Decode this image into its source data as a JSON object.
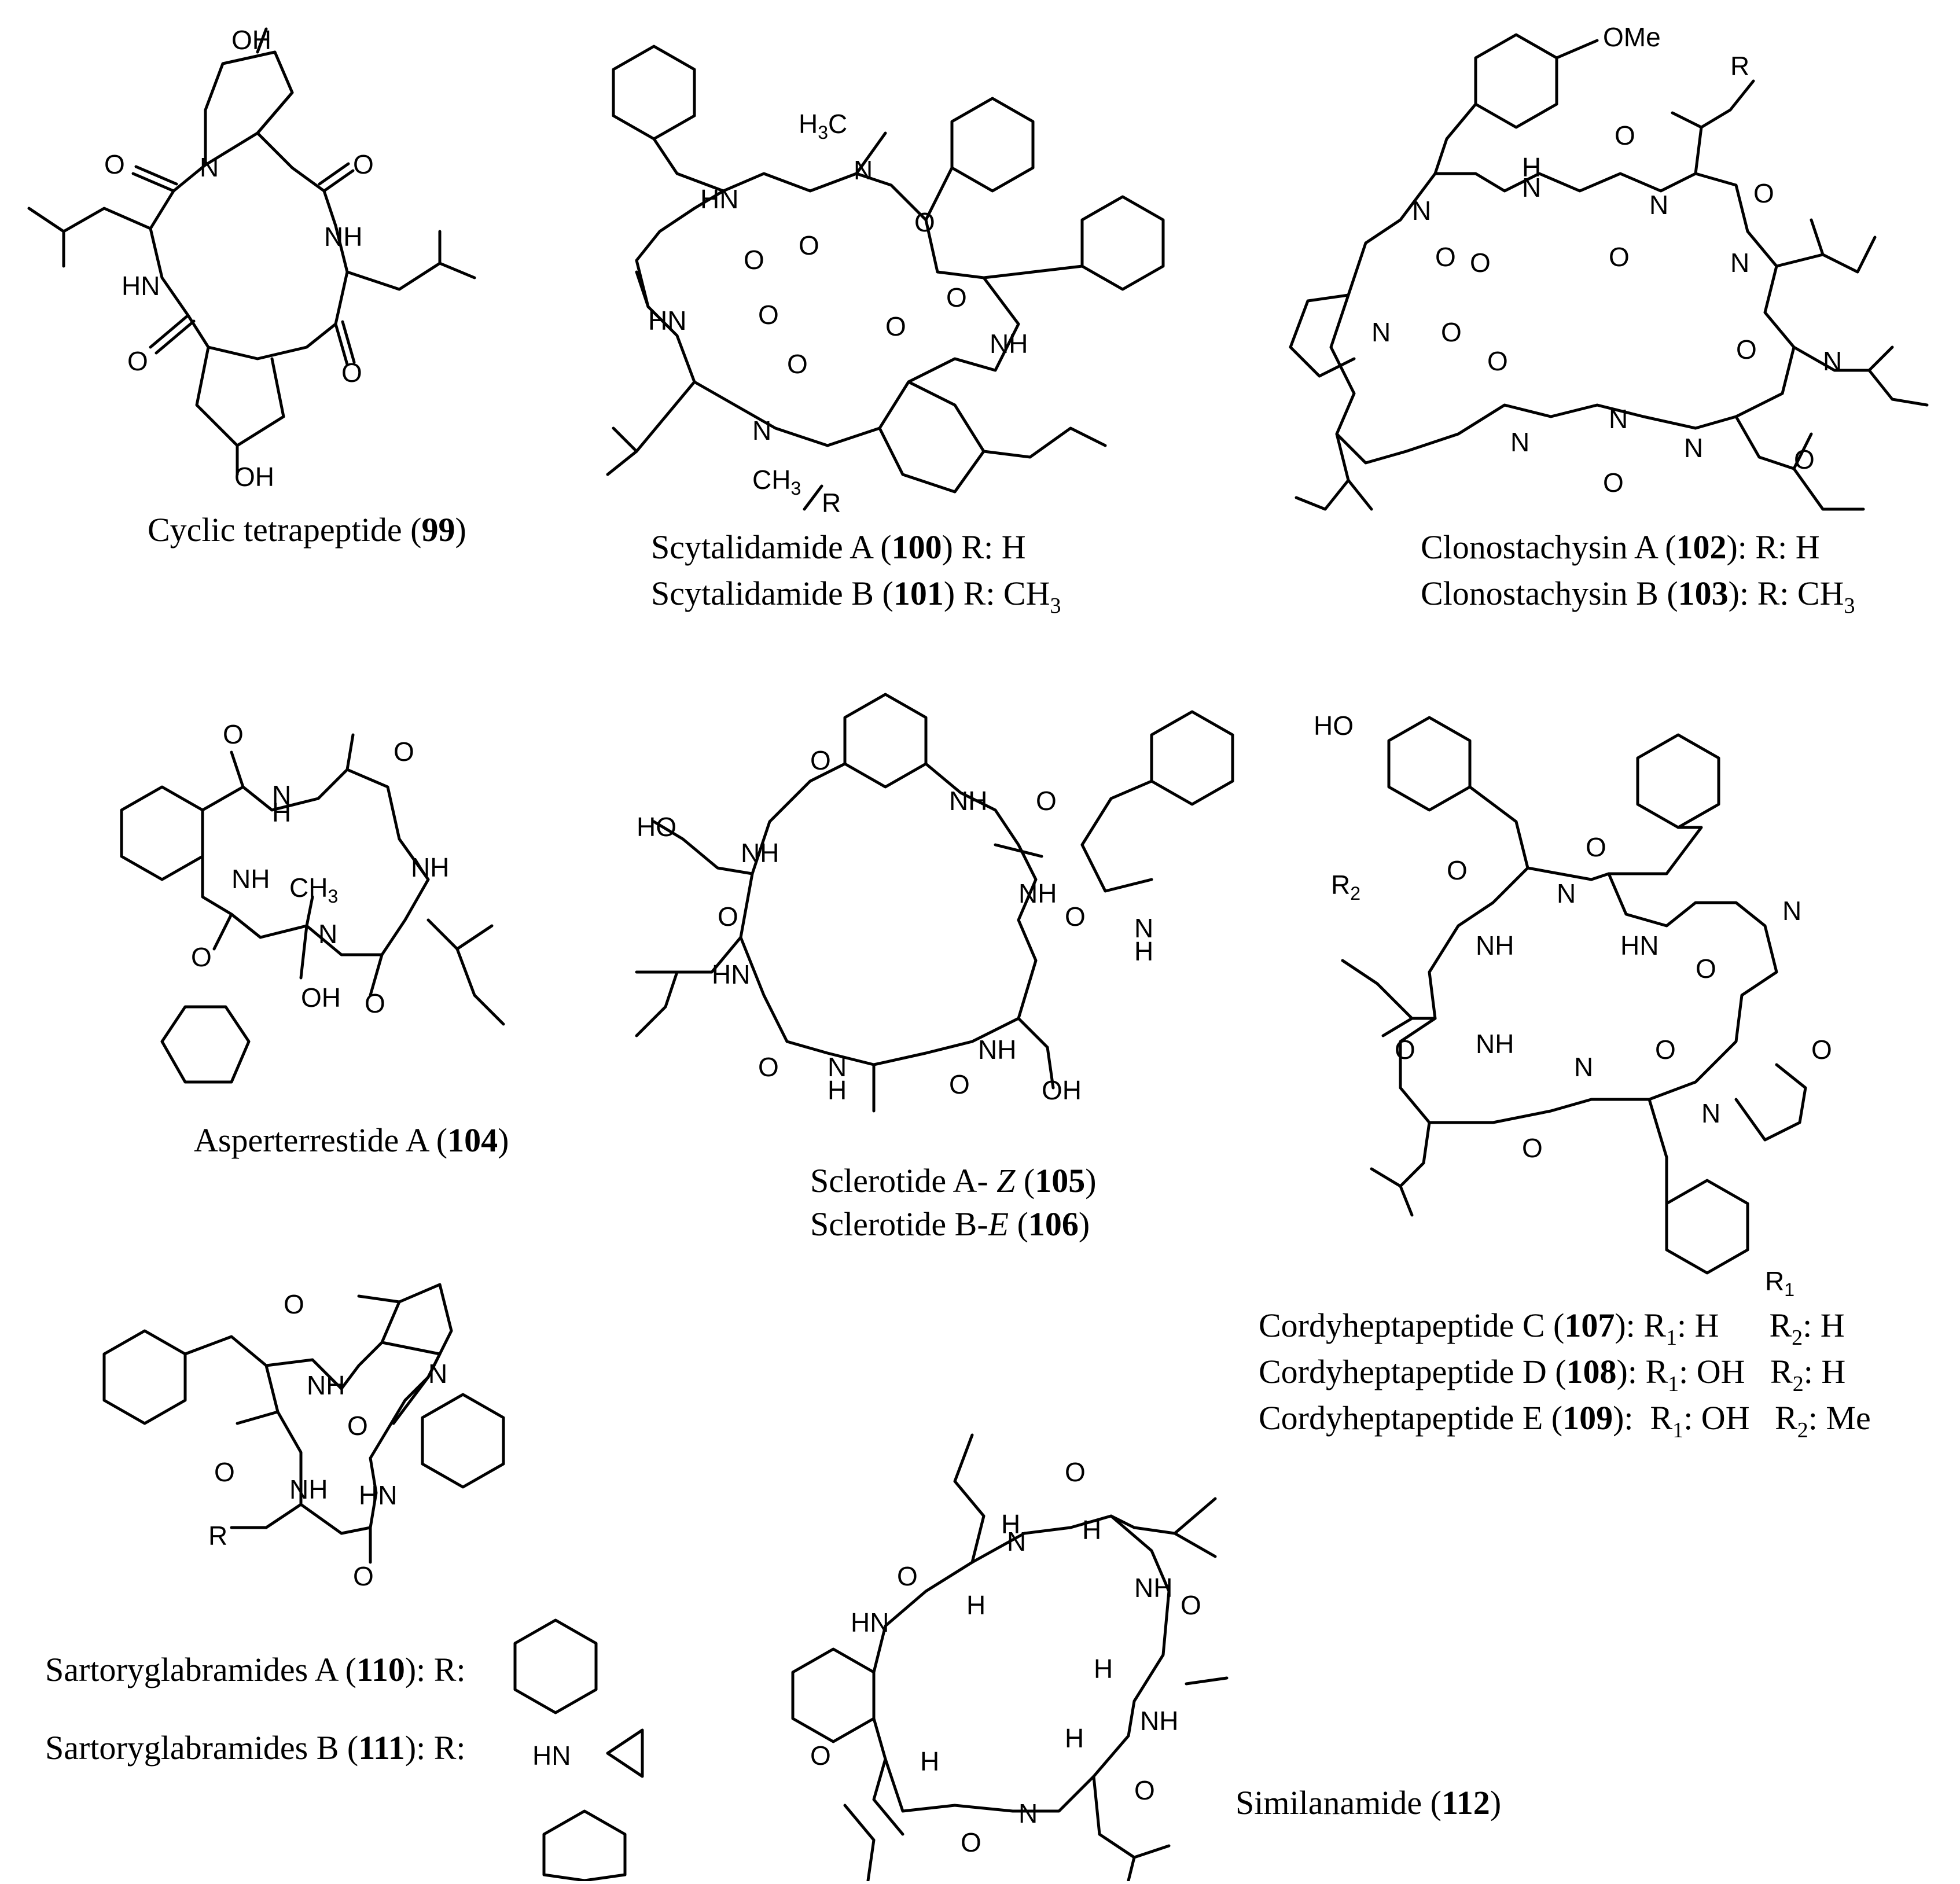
{
  "figure": {
    "compounds": [
      {
        "id": "99",
        "caption": [
          "Cyclic tetrapeptide (",
          "99",
          ")"
        ]
      },
      {
        "id": "100",
        "caption": [
          "Scytalidamide A (",
          "100",
          ") R: H"
        ]
      },
      {
        "id": "101",
        "caption": [
          "Scytalidamide B (",
          "101",
          ") R: CH",
          "3",
          ""
        ]
      },
      {
        "id": "102",
        "caption": [
          "Clonostachysin A (",
          "102",
          "): R: H"
        ]
      },
      {
        "id": "103",
        "caption": [
          "Clonostachysin B (",
          "103",
          "): R: CH",
          "3",
          ""
        ]
      },
      {
        "id": "104",
        "caption": [
          "Asperterrestide A (",
          "104",
          ")"
        ]
      },
      {
        "id": "105",
        "caption": [
          "Sclerotide A- ",
          "Z",
          " (",
          "105",
          ")"
        ]
      },
      {
        "id": "106",
        "caption": [
          "Sclerotide B-",
          "E",
          " (",
          "106",
          ")"
        ]
      },
      {
        "id": "107",
        "caption": [
          "Cordyheptapeptide C (",
          "107",
          "): R",
          "1",
          ": H      R",
          "2",
          ": H"
        ]
      },
      {
        "id": "108",
        "caption": [
          "Cordyheptapeptide D (",
          "108",
          "): R",
          "1",
          ": OH   R",
          "2",
          ": H"
        ]
      },
      {
        "id": "109",
        "caption": [
          "Cordyheptapeptide E (",
          "109",
          "):  R",
          "1",
          ": OH   R",
          "2",
          ": Me"
        ]
      },
      {
        "id": "110",
        "caption": [
          "Sartoryglabramides A (",
          "110",
          "): R:"
        ]
      },
      {
        "id": "111",
        "caption": [
          "Sartoryglabramides B (",
          "111",
          "): R:"
        ]
      },
      {
        "id": "112",
        "caption": [
          "Similanamide (",
          "112",
          ")"
        ]
      }
    ],
    "atom_labels": {
      "oh": "OH",
      "o": "O",
      "n": "N",
      "nh": "NH",
      "hn": "HN",
      "h": "H",
      "ome": "OMe",
      "r": "R",
      "r1": "R",
      "r2": "R",
      "sub1": "1",
      "sub2": "2",
      "h3c": "H3C",
      "ch3": "CH3",
      "ho": "HO"
    }
  }
}
